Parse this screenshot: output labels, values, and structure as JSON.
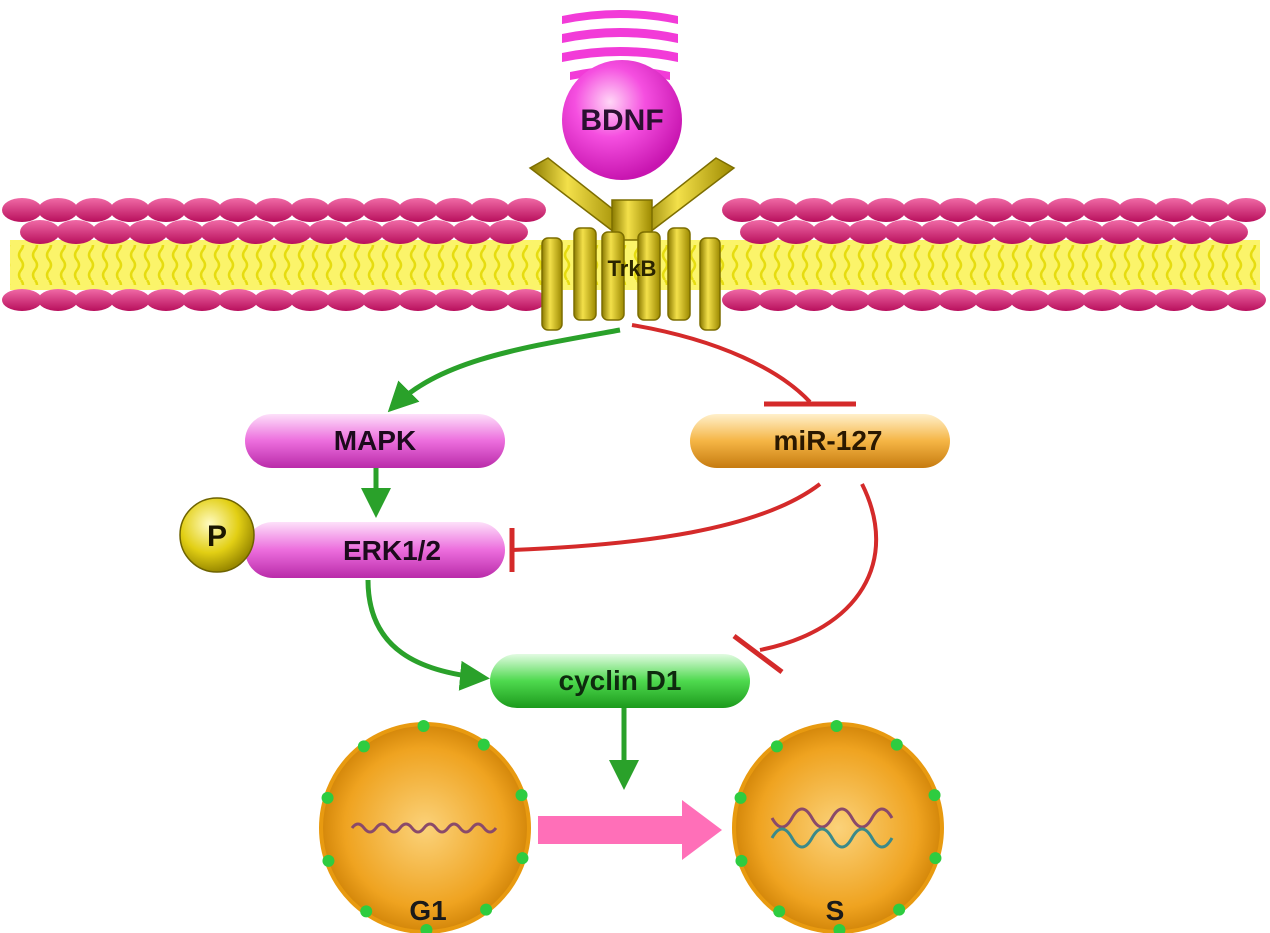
{
  "labels": {
    "ligand": "BDNF",
    "receptor": "TrkB",
    "mapk": "MAPK",
    "erk": "ERK1/2",
    "phospho": "P",
    "mir": "miR-127",
    "cyclin": "cyclin D1",
    "phase_g1": "G1",
    "phase_s": "S"
  },
  "colors": {
    "activation": "#2aa12a",
    "inhibition": "#d42a2a",
    "membrane_head": "#d81b74",
    "membrane_tail": "#f2ea2a",
    "receptor": "#c9b000",
    "ligand": "#f23bd8",
    "kinase_pill": "#e85ad6",
    "mir_pill": "#f0a830",
    "cyclin_pill": "#33cc33",
    "phosphate": "#e6d21a",
    "cell": "#f0a418",
    "transition_arrow": "#ff6fb8"
  }
}
